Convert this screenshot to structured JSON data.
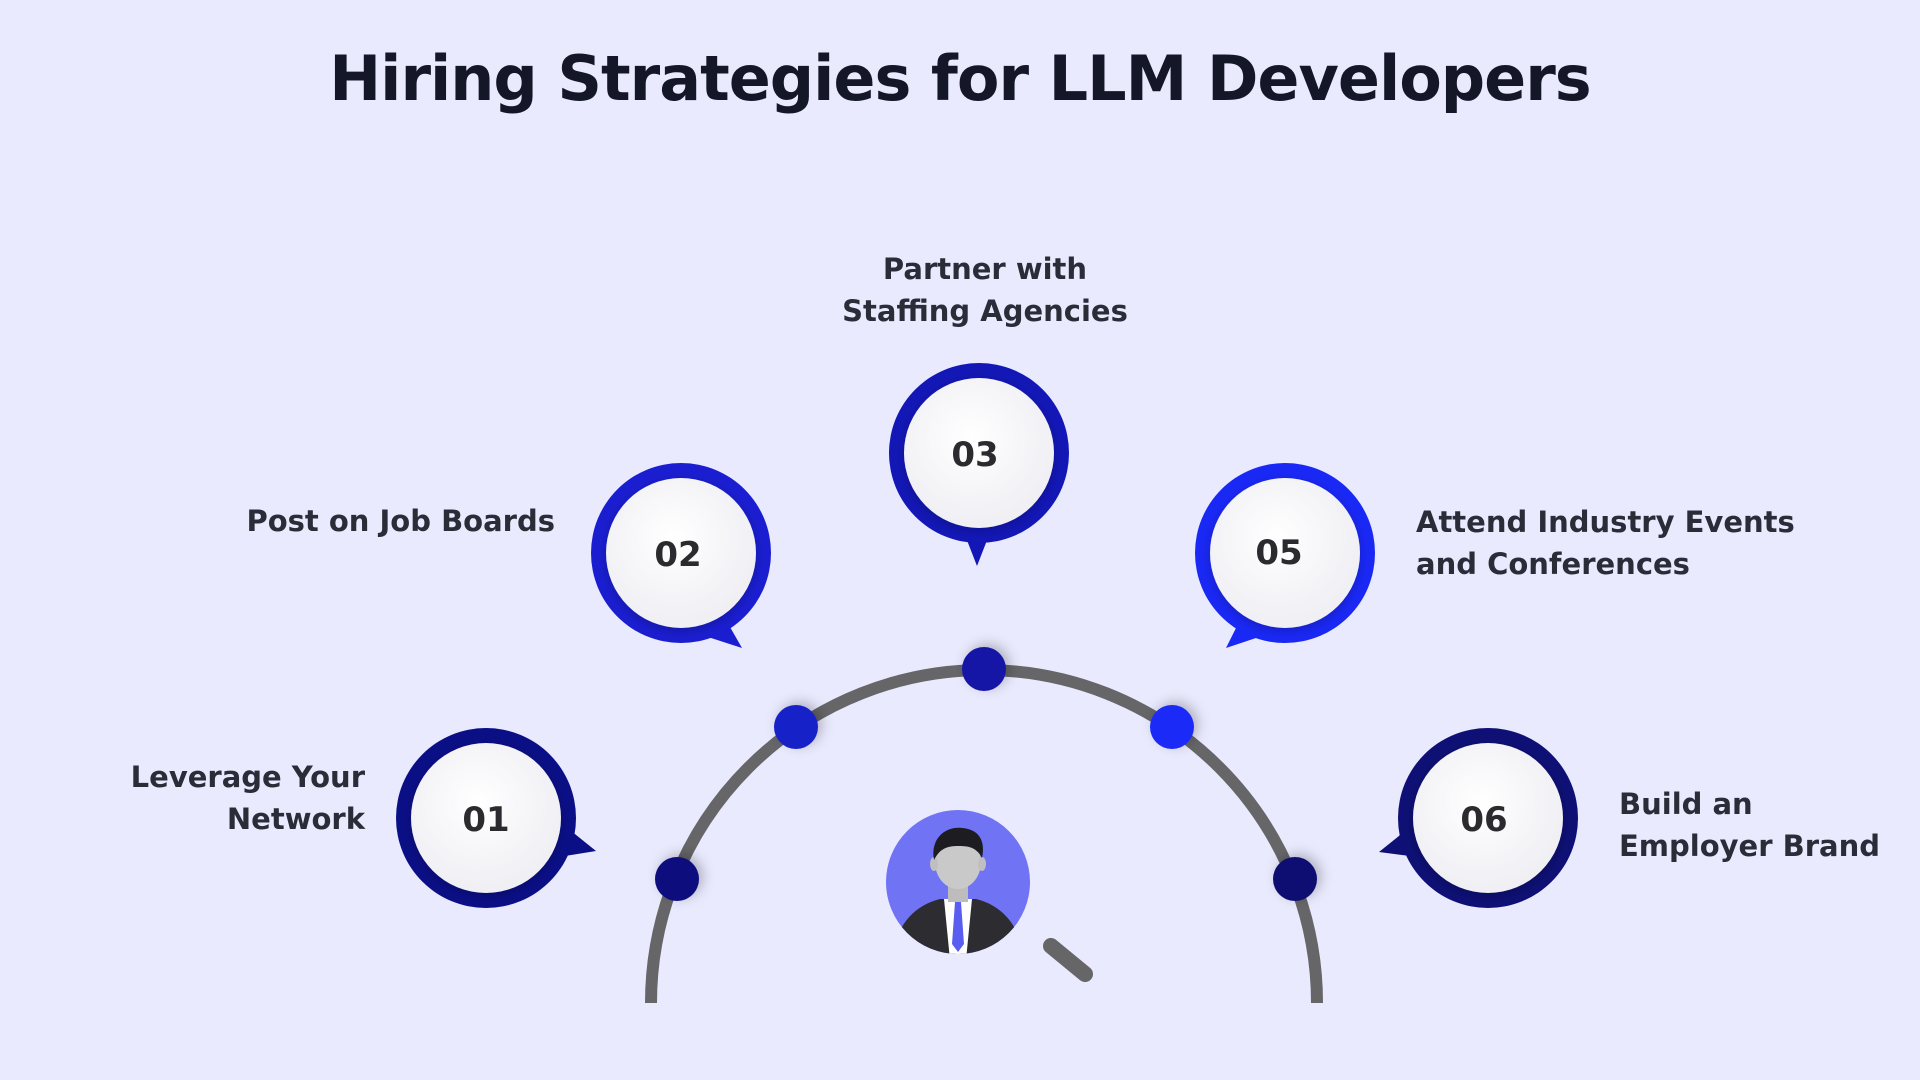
{
  "title": "Hiring Strategies for LLM Developers",
  "colors": {
    "background": "#e9eafe",
    "arc": "#666668",
    "avatar_bg": "#7074f4",
    "node_01": "#0b0f86",
    "node_02": "#1a1ed0",
    "node_03": "#1317b6",
    "node_05": "#1a28f5",
    "node_06": "#0e1075"
  },
  "strategies": [
    {
      "number": "01",
      "line1": "Leverage Your",
      "line2": "Network"
    },
    {
      "number": "02",
      "line1": "Post on Job Boards",
      "line2": ""
    },
    {
      "number": "03",
      "line1": "Partner with",
      "line2": "Staffing Agencies"
    },
    {
      "number": "05",
      "line1": "Attend Industry Events",
      "line2": "and Conferences"
    },
    {
      "number": "06",
      "line1": "Build an",
      "line2": "Employer Brand"
    }
  ],
  "icons": {
    "center": "recruiter-avatar-icon",
    "handle": "magnifier-handle-icon"
  }
}
